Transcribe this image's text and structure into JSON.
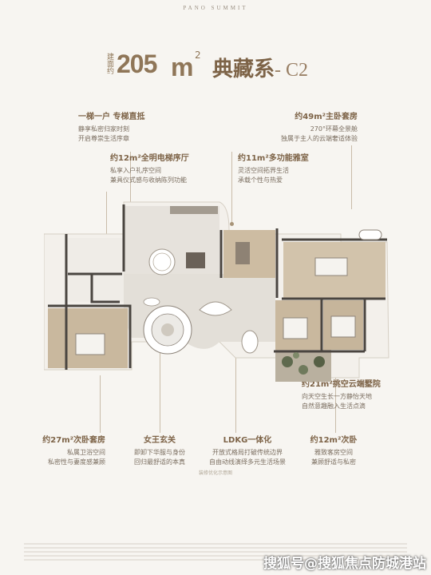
{
  "brand": "PANO SUMMIT",
  "title": {
    "area_prefix": "建面约",
    "area_value": "205",
    "area_unit": "m",
    "area_sup": "2",
    "series_name": "典藏系",
    "series_code": "- C2"
  },
  "annotations": {
    "top_left": {
      "heading": "一梯一户 专梯直抵",
      "lines": [
        "静享私密归家时刻",
        "开启尊崇生活序章"
      ]
    },
    "top_right": {
      "heading": "约49m²主卧套房",
      "lines": [
        "270°环幕全景舱",
        "独属于主人的云端奢适体验"
      ]
    },
    "mid_left": {
      "heading": "约12m²全明电梯序厅",
      "lines": [
        "私享入户礼序空间",
        "兼具仪式感与收纳陈列功能"
      ]
    },
    "mid_right": {
      "heading": "约11m²多功能雅室",
      "lines": [
        "灵活空间拓界生活",
        "承载个性与热爱"
      ]
    },
    "right_courtyard": {
      "heading": "约21m²挑空云端墅院",
      "lines": [
        "向天空生长一方静怡天地",
        "自然意趣融入生活点滴"
      ]
    },
    "bottom_1": {
      "heading": "约27m²次卧套房",
      "lines": [
        "私属卫浴空间",
        "私密性与妻度感兼顾"
      ]
    },
    "bottom_2": {
      "heading": "女王玄关",
      "lines": [
        "即卸下华服与身份",
        "回归最舒适的本真"
      ]
    },
    "bottom_3": {
      "heading": "LDKG一体化",
      "lines": [
        "开放式格局打破传统边界",
        "自由动线演绎多元生活场景"
      ]
    },
    "bottom_4": {
      "heading": "约12m²次卧",
      "lines": [
        "雅致客房空间",
        "兼顾舒适与私密"
      ]
    }
  },
  "plan_caption": "装修优化示意图",
  "watermark": "搜狐号@搜狐焦点防城港站",
  "colors": {
    "accent": "#8f7658",
    "line": "#c9bca9",
    "wall": "#4a4540",
    "floor_wood": "#c9b89e",
    "floor_stone": "#dcd8d2"
  }
}
